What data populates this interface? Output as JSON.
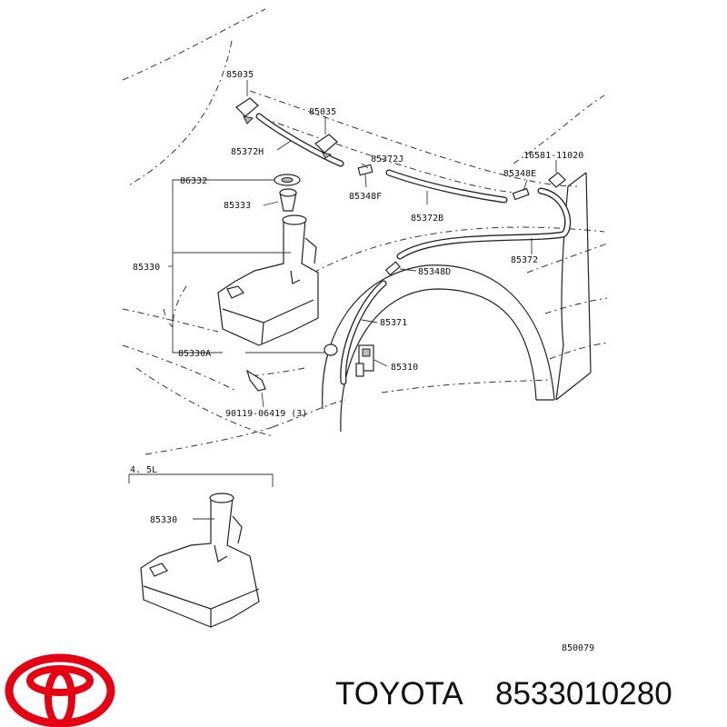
{
  "diagram": {
    "labels": {
      "p85035_a": "85035",
      "p85035_b": "85035",
      "p85372h": "85372H",
      "p85372j": "85372J",
      "p16581": "16581-11020",
      "p85348e": "85348E",
      "p86332": "86332",
      "p85333": "85333",
      "p85348f": "85348F",
      "p85372b": "85372B",
      "p85330": "85330",
      "p85348d": "85348D",
      "p85372": "85372",
      "p85371": "85371",
      "p85330a": "85330A",
      "p85310": "85310",
      "p90119": "90119-06419 (3)",
      "variant_capacity": "4. 5L",
      "p85330_variant": "85330",
      "drawing_code": "850079"
    },
    "brand_name": "TOYOTA",
    "part_number": "8533010280",
    "brand_color": "#e60012"
  }
}
